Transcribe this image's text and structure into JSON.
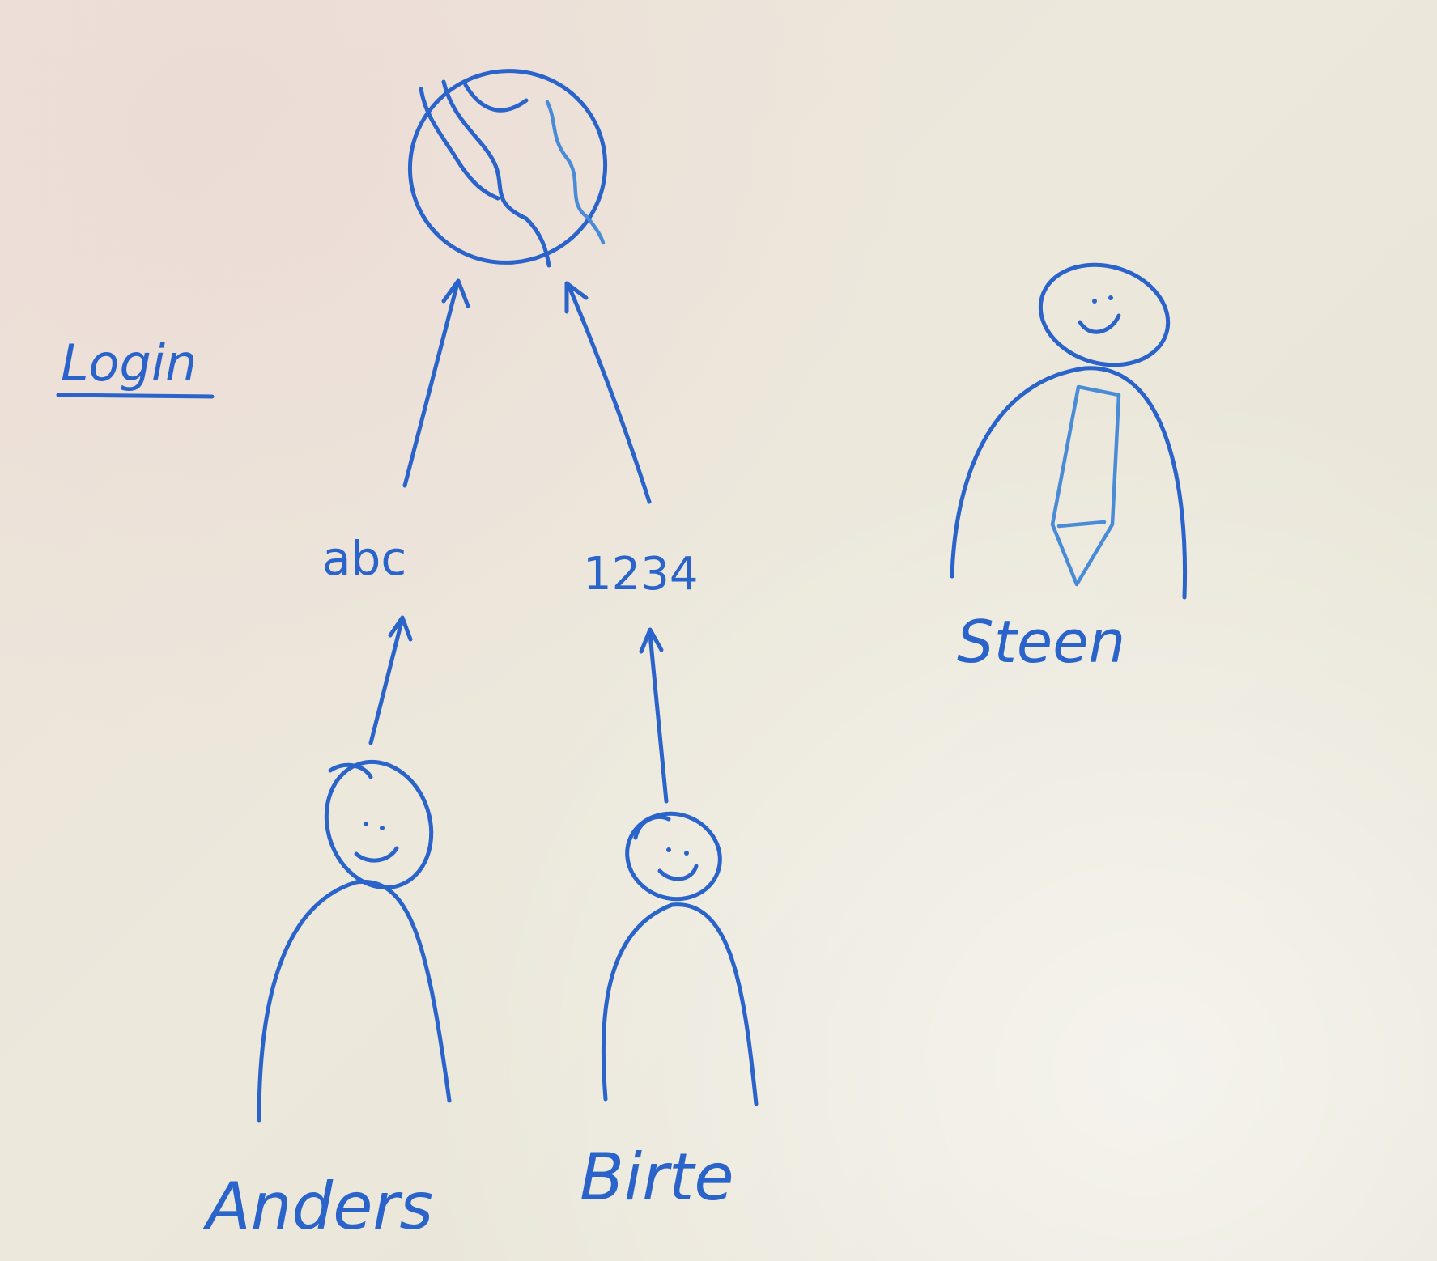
{
  "title": "Login",
  "data_labels": {
    "left": "abc",
    "right": "1234"
  },
  "people": {
    "anders": "Anders",
    "birte": "Birte",
    "steen": "Steen"
  },
  "colors": {
    "ink": "#2a63c9",
    "ink_light": "#4a8bd8",
    "board": "#ece8dc"
  }
}
